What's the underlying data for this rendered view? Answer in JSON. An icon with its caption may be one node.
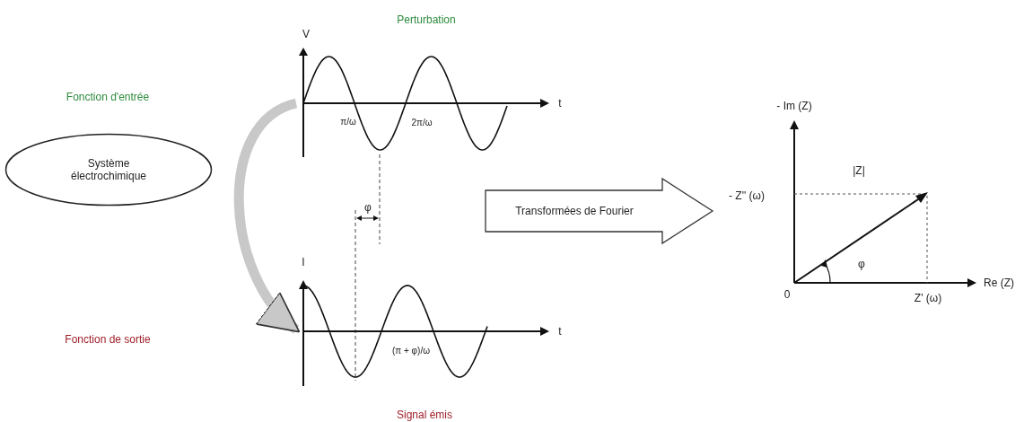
{
  "diagram": {
    "nodes": [
      {
        "text": [
          "Système électrochimique"
        ]
      },
      {
        "text": [],
        "shape": "picture",
        "beside": [
          "Perturbation"
        ]
      },
      {
        "text": [],
        "shape": "picture",
        "beside": [
          "Signal émis"
        ]
      },
      {
        "text": [
          "Transformées de Fourier"
        ]
      },
      {
        "text": [],
        "shape": "picture"
      }
    ],
    "edges": [
      {
        "from": 1,
        "to": 2,
        "arrow": "to"
      }
    ],
    "labels": [
      "V",
      "Fonction d'entrée",
      "t",
      "π/ω",
      "2π/ω",
      "φ",
      "I",
      "t",
      "Fonction de sortie",
      "(π + φ)/ω",
      "- Im (Z)",
      "- Z'' (ω)",
      "|Z|",
      "φ",
      "0",
      "Z' (ω)",
      "Re (Z)"
    ]
  }
}
